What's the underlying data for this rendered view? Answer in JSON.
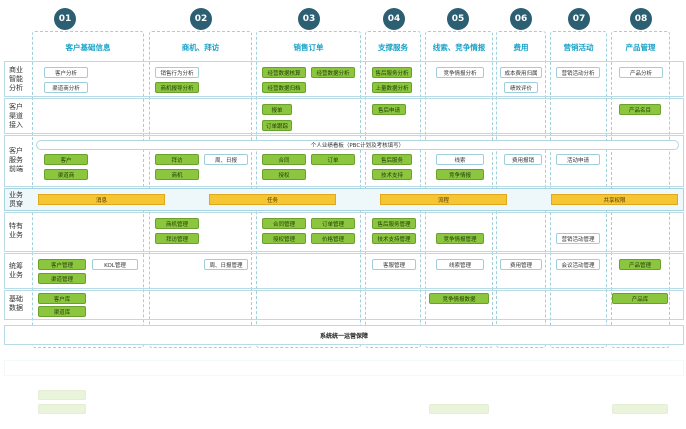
{
  "columns": [
    {
      "num": "01",
      "title": "客户基础信息"
    },
    {
      "num": "02",
      "title": "商机、拜访"
    },
    {
      "num": "03",
      "title": "销售订单"
    },
    {
      "num": "04",
      "title": "支撑服务"
    },
    {
      "num": "05",
      "title": "线索、竞争情报"
    },
    {
      "num": "06",
      "title": "费用"
    },
    {
      "num": "07",
      "title": "营销活动"
    },
    {
      "num": "08",
      "title": "产品管理"
    }
  ],
  "rows": {
    "r1": "商业\n智能\n分析",
    "r2": "客户\n渠道\n接入",
    "r3": "客户\n服务\n前端",
    "r4": "业务\n贯穿",
    "r5": "特有\n业务",
    "r6": "统筹\n业务",
    "r7": "基础\n数据"
  },
  "boxes": {
    "b1": "客户分析",
    "b2": "渠道商分析",
    "b3": "销售行为分析",
    "b4": "商机报导分析",
    "b5": "经营数据核算",
    "b6": "经营数据分析",
    "b7": "经营数据归档",
    "b8": "售后服务分析",
    "b9": "上量数据分析",
    "b10": "竞争情报分析",
    "b11": "成本费用归属",
    "b12": "绩效评价",
    "b13": "营销活动分析",
    "b14": "产品分析",
    "b15": "报单",
    "b16": "订单跟踪",
    "b17": "售后申请",
    "b18": "产品名目",
    "b19": "客户",
    "b20": "渠道商",
    "b21": "拜访",
    "b22": "周、日报",
    "b23": "商机",
    "b24": "合同",
    "b25": "订单",
    "b26": "授权",
    "b27": "售后服务",
    "b28": "技术支持",
    "b29": "线索",
    "b30": "竞争情报",
    "b31": "费用报销",
    "b32": "活动申请",
    "b33": "商机管理",
    "b34": "拜访管理",
    "b35": "合同管理",
    "b36": "订单管理",
    "b37": "授权管理",
    "b38": "价格管理",
    "b39": "售后服务管理",
    "b40": "技术支持管理",
    "b41": "竞争情报管理",
    "b42": "营销活动管理",
    "b43": "客户管理",
    "b44": "KOL管理",
    "b45": "渠道管理",
    "b46": "周、日报管理",
    "b47": "客服管理",
    "b48": "线索管理",
    "b49": "费用管理",
    "b50": "会议活动管理",
    "b51": "产品管理",
    "b52": "客户库",
    "b53": "渠道库",
    "b54": "竞争情报数据",
    "b55": "产品库"
  },
  "perf_bar": "个人业绩看板（PBC计划及考核填写）",
  "yellow": {
    "y1": "消息",
    "y2": "任务",
    "y3": "流程",
    "y4": "共享权限"
  },
  "bottom": "系统统一运营保障"
}
